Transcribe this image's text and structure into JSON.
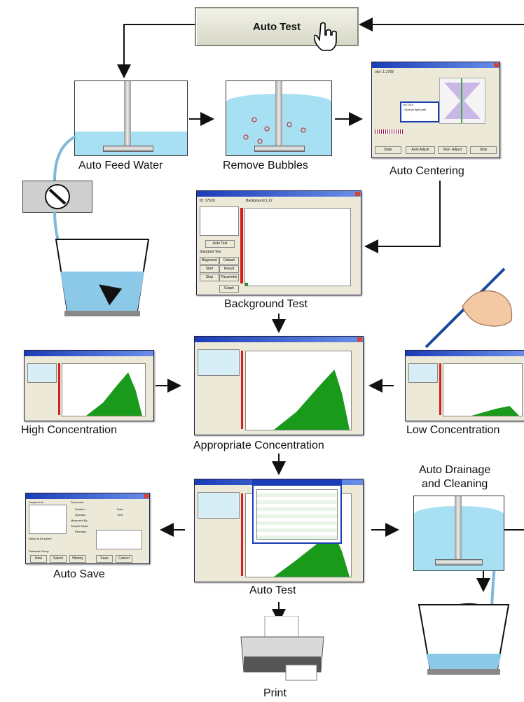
{
  "start_button": {
    "label": "Auto Test"
  },
  "steps": {
    "feed": "Auto Feed Water",
    "bubbles": "Remove Bubbles",
    "centering": "Auto Centering",
    "background": "Background Test",
    "high": "High Concentration",
    "appropriate": "Appropriate Concentration",
    "low": "Low Concentration",
    "drain_line1": "Auto Drainage",
    "drain_line2": "and Cleaning",
    "save": "Auto Save",
    "test": "Auto Test",
    "print": "Print"
  },
  "background_window": {
    "id_text": "ID: 17520",
    "bg_text": "Background:1.22",
    "buttons": [
      "Auto Test",
      "Standard Test",
      "Bkground",
      "Default",
      "Start",
      "Result",
      "Stop",
      "Parameter",
      "Graph"
    ]
  },
  "centering_window": {
    "title_text": "otor: 1.1768",
    "buttons": [
      "State",
      "Auto Adjust",
      "Man. Adjust",
      "Stop"
    ],
    "dialog_title": "NOTICE",
    "dialog_text": "Optimal light path"
  },
  "save_window": {
    "labels": [
      "Sample List",
      "Document",
      "Weather",
      "Date",
      "Operator",
      "Time",
      "Measured By",
      "Sample Name",
      "Remarks",
      "Name to be saved",
      "Database Setup"
    ],
    "buttons": [
      "New",
      "Select",
      "History",
      "Save",
      "Cancel"
    ]
  },
  "colors": {
    "water": "#a6e0f2",
    "bar": "#1a9a1a",
    "accent": "#d42020",
    "title": "#1a3db8"
  }
}
